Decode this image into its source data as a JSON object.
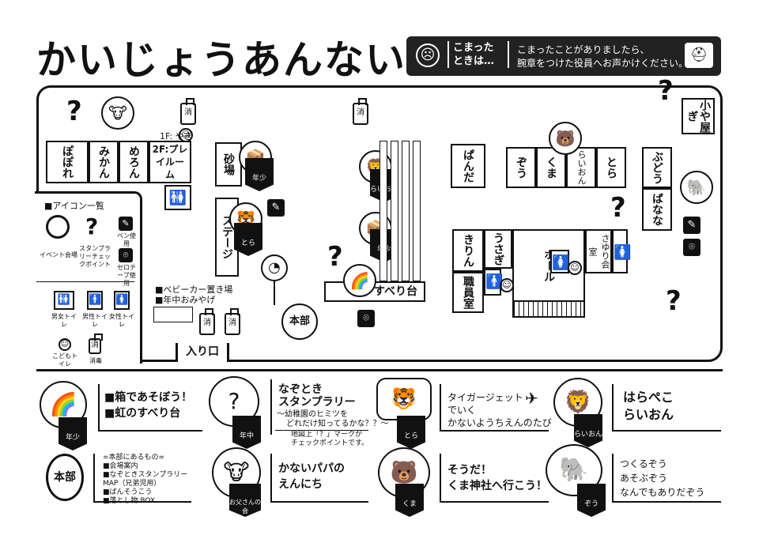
{
  "title": "かいじょうあんない",
  "help": {
    "label_line1": "こまった",
    "label_line2": "ときは…",
    "text_line1": "こまったことがありましたら、",
    "text_line2": "腕章をつけた役員へお声かけください。"
  },
  "rooms": {
    "popore": "ぽぽれ",
    "mikan": "みかん",
    "meron": "めろん",
    "play_room": "2F:プレイルーム",
    "floor1_yagi": "1F: やぎ",
    "sunaba": "砂場",
    "stage": "ステージ",
    "panda": "ぱんだ",
    "zou": "ぞう",
    "kuma": "くま",
    "raion": "らいおん",
    "tora": "とら",
    "budou": "ぶどう",
    "banana": "ばなな",
    "koyagi": "小や屋ぎ",
    "kirin": "きりん",
    "usagi": "うさぎ",
    "hall": "ホール",
    "sayuri": "さゆり会室",
    "shokuin": "職員室",
    "suberidai": "すべり台",
    "entrance": "入り口",
    "honbu": "本部"
  },
  "stroller": {
    "line1": "■ベビーカー置き場",
    "line2": "■年中おみやげ"
  },
  "badges": {
    "nensho": "年少",
    "nenchu": "年中",
    "tora": "とら",
    "raion": "らいおん",
    "kuma": "くま",
    "zou": "ぞう",
    "otousan": "お父さんの会"
  },
  "sanitizer_label": "消",
  "legend": {
    "title": "■アイコン一覧",
    "event": "イベント会場",
    "stamp": "スタンプラリーチェックポイント",
    "pen": "ペン使用",
    "tape": "セロテープ使用",
    "toilet_all": "男女トイレ",
    "toilet_m": "男性トイレ",
    "toilet_f": "女性トイレ",
    "toilet_kids": "こどもトイレ",
    "sanitize": "消毒"
  },
  "cards": {
    "nensho_line1": "■箱であそぼう！",
    "nensho_line2": "■虹のすべり台",
    "nenchu_title1": "なぞとき",
    "nenchu_title2": "スタンプラリー",
    "nenchu_sub1": "〜幼稚園のヒミツを",
    "nenchu_sub2": "どれだけ知ってるかな？？〜",
    "nenchu_note1": "地図上「？」マークが",
    "nenchu_note2": "チェックポイントです。",
    "tora_line1": "タイガージェット",
    "tora_line2": "でいく",
    "tora_line3": "かないようちえんのたび",
    "raion_line1": "はらぺこ",
    "raion_line2": "らいおん",
    "honbu_title": "本部",
    "honbu_head": "=本部にあるもの=",
    "honbu_item1": "■会場案内",
    "honbu_item2": "■なぞときスタンプラリー",
    "honbu_item3": "MAP（兄弟児用）",
    "honbu_item4": "■ばんそうこう",
    "honbu_item5": "■落とし物 BOX",
    "papa_line1": "かないパパの",
    "papa_line2": "えんにち",
    "kuma_line1": "そうだ！",
    "kuma_line2": "くま神社へ行こう！",
    "zou_line1": "つくるぞう",
    "zou_line2": "あそぶぞう",
    "zou_line3": "なんでもありだぞう"
  }
}
